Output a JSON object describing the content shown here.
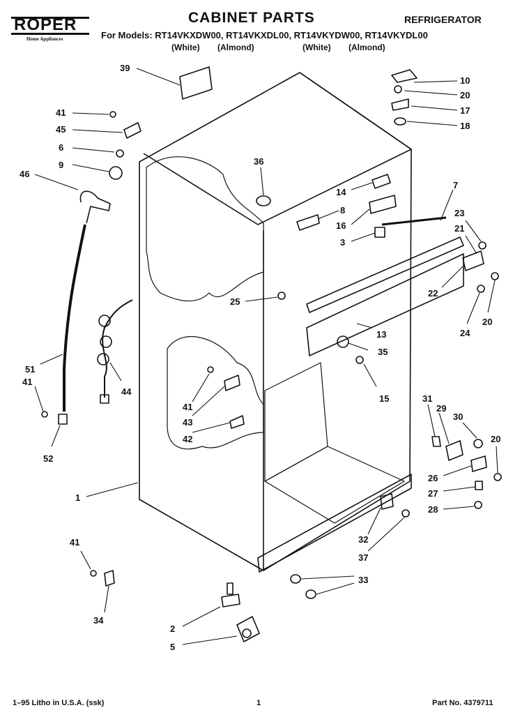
{
  "header": {
    "brand": "ROPER",
    "brand_tagline": "Home Appliances",
    "title": "CABINET PARTS",
    "category": "REFRIGERATOR",
    "models_line": "For Models: RT14VKXDW00, RT14VKXDL00, RT14VKYDW00, RT14VKYDL00",
    "color_labels": [
      "(White)",
      "(Almond)",
      "(White)",
      "(Almond)"
    ]
  },
  "callouts": [
    {
      "id": "c39",
      "label": "39"
    },
    {
      "id": "c10",
      "label": "10"
    },
    {
      "id": "c20a",
      "label": "20"
    },
    {
      "id": "c17",
      "label": "17"
    },
    {
      "id": "c18",
      "label": "18"
    },
    {
      "id": "c41a",
      "label": "41"
    },
    {
      "id": "c45",
      "label": "45"
    },
    {
      "id": "c6",
      "label": "6"
    },
    {
      "id": "c9",
      "label": "9"
    },
    {
      "id": "c46",
      "label": "46"
    },
    {
      "id": "c36",
      "label": "36"
    },
    {
      "id": "c14",
      "label": "14"
    },
    {
      "id": "c7",
      "label": "7"
    },
    {
      "id": "c8",
      "label": "8"
    },
    {
      "id": "c16",
      "label": "16"
    },
    {
      "id": "c23",
      "label": "23"
    },
    {
      "id": "c21",
      "label": "21"
    },
    {
      "id": "c3",
      "label": "3"
    },
    {
      "id": "c22",
      "label": "22"
    },
    {
      "id": "c25",
      "label": "25"
    },
    {
      "id": "c20b",
      "label": "20"
    },
    {
      "id": "c24",
      "label": "24"
    },
    {
      "id": "c13",
      "label": "13"
    },
    {
      "id": "c35",
      "label": "35"
    },
    {
      "id": "c51",
      "label": "51"
    },
    {
      "id": "c41b",
      "label": "41"
    },
    {
      "id": "c44",
      "label": "44"
    },
    {
      "id": "c15",
      "label": "15"
    },
    {
      "id": "c41c",
      "label": "41"
    },
    {
      "id": "c43",
      "label": "43"
    },
    {
      "id": "c42",
      "label": "42"
    },
    {
      "id": "c52",
      "label": "52"
    },
    {
      "id": "c31",
      "label": "31"
    },
    {
      "id": "c29",
      "label": "29"
    },
    {
      "id": "c30",
      "label": "30"
    },
    {
      "id": "c20c",
      "label": "20"
    },
    {
      "id": "c1",
      "label": "1"
    },
    {
      "id": "c26",
      "label": "26"
    },
    {
      "id": "c27",
      "label": "27"
    },
    {
      "id": "c28",
      "label": "28"
    },
    {
      "id": "c32",
      "label": "32"
    },
    {
      "id": "c37",
      "label": "37"
    },
    {
      "id": "c41d",
      "label": "41"
    },
    {
      "id": "c33",
      "label": "33"
    },
    {
      "id": "c34",
      "label": "34"
    },
    {
      "id": "c2",
      "label": "2"
    },
    {
      "id": "c5",
      "label": "5"
    }
  ],
  "footer": {
    "litho": "1–95 Litho in U.S.A. (ssk)",
    "page_number": "1",
    "part_number": "Part No. 4379711"
  }
}
